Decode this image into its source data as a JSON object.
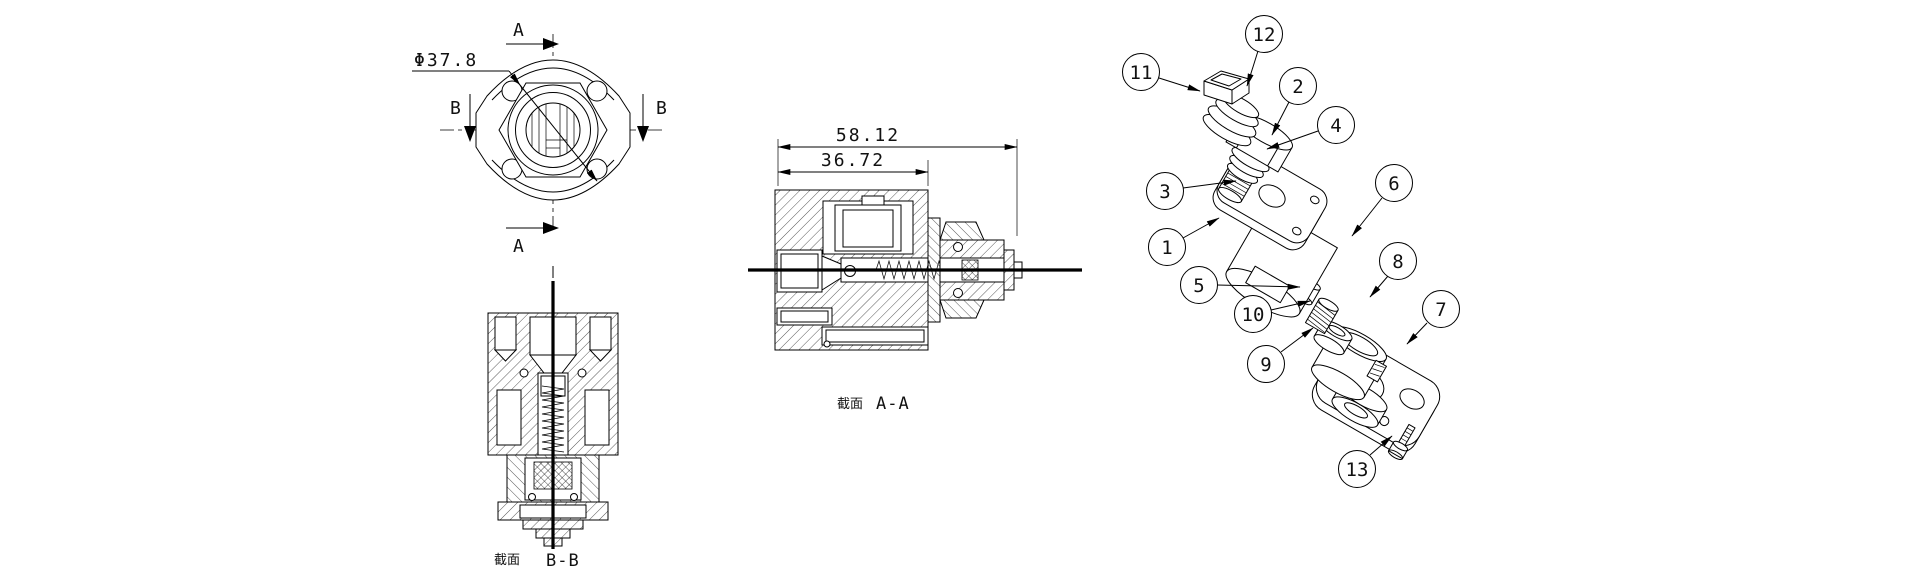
{
  "page": {
    "background": "#ffffff",
    "line_color": "#000000"
  },
  "top_view": {
    "diameter_label": "Φ37.8",
    "section_a_top": "A",
    "section_a_bottom": "A",
    "section_b_left": "B",
    "section_b_right": "B"
  },
  "section_bb": {
    "caption_prefix": "截面",
    "caption_name": "B-B"
  },
  "section_aa": {
    "caption_prefix": "截面",
    "caption_name": "A-A",
    "dim_outer": "58.12",
    "dim_inner": "36.72"
  },
  "exploded_view": {
    "balloons": [
      {
        "number": "1"
      },
      {
        "number": "2"
      },
      {
        "number": "3"
      },
      {
        "number": "4"
      },
      {
        "number": "5"
      },
      {
        "number": "6"
      },
      {
        "number": "7"
      },
      {
        "number": "8"
      },
      {
        "number": "9"
      },
      {
        "number": "10"
      },
      {
        "number": "11"
      },
      {
        "number": "12"
      },
      {
        "number": "13"
      }
    ]
  }
}
